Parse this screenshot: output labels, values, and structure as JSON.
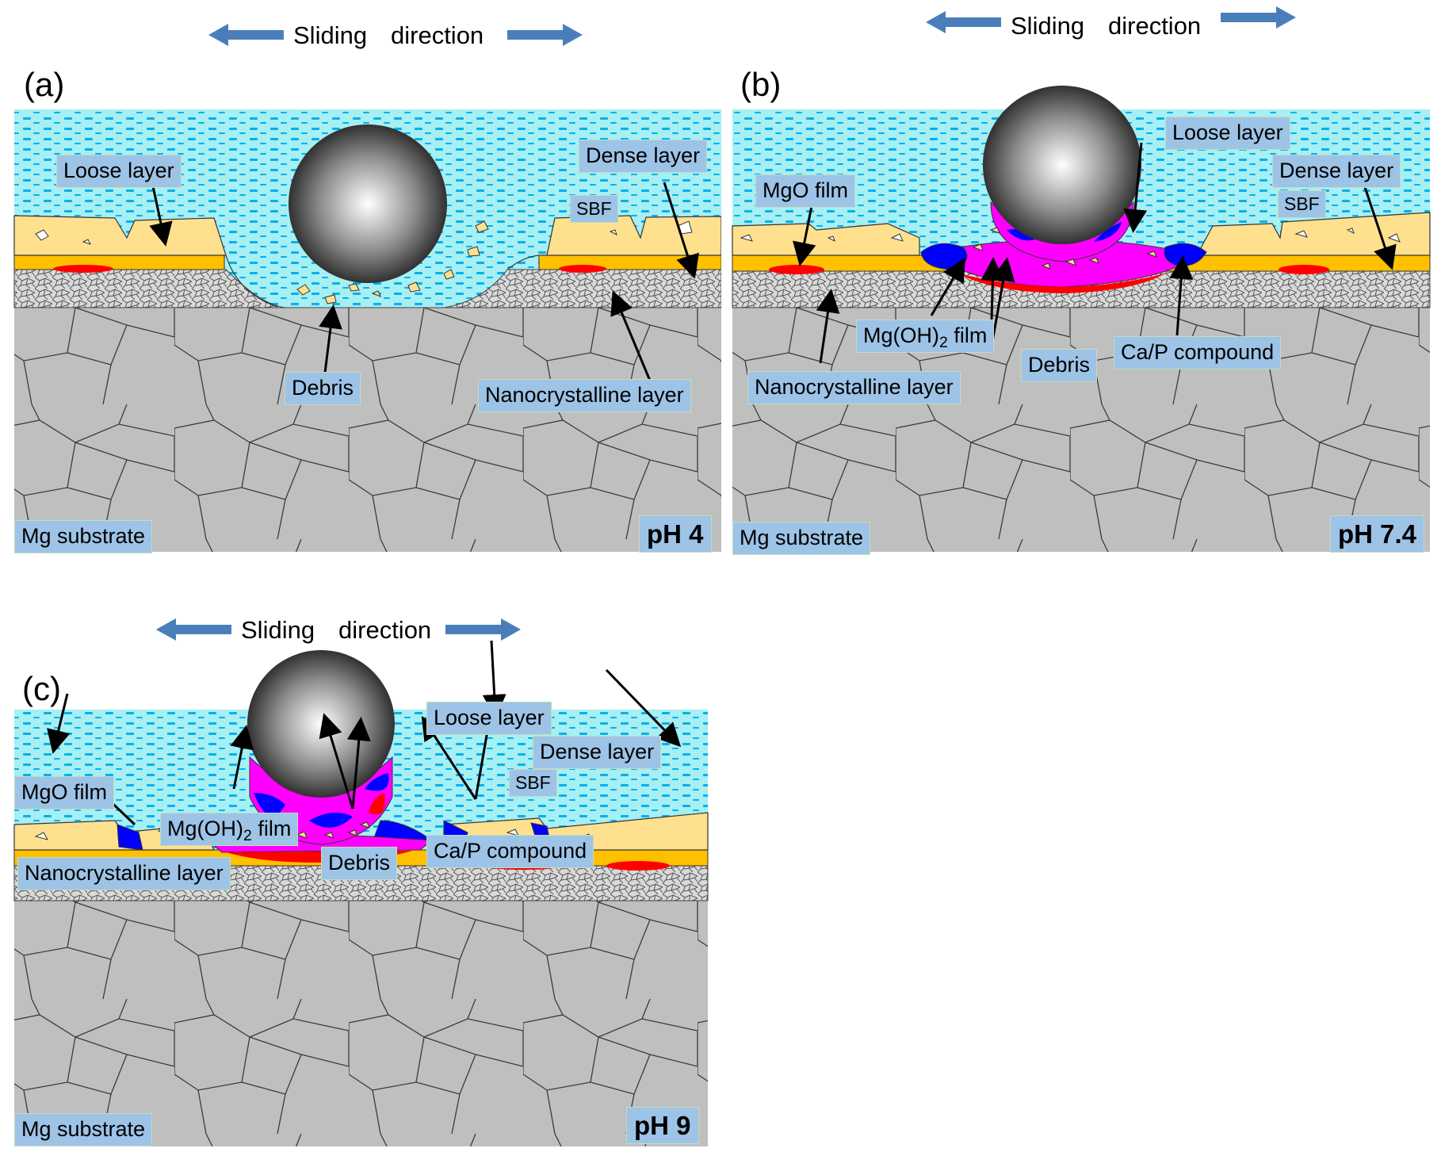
{
  "labels": {
    "sliding": "Sliding",
    "direction": "direction",
    "loose_layer": "Loose layer",
    "dense_layer": "Dense layer",
    "sbf": "SBF",
    "debris": "Debris",
    "nanocrystalline_layer": "Nanocrystalline layer",
    "mg_substrate": "Mg substrate",
    "mgo_film": "MgO film",
    "mgoh_prefix": "Mg(OH)",
    "mgoh_sub": "2",
    "mgoh_suffix": " film",
    "cap_compound": "Ca/P compound"
  },
  "panels": [
    {
      "id": "a",
      "letter": "(a)",
      "ph": "pH 4"
    },
    {
      "id": "b",
      "letter": "(b)",
      "ph": "pH 7.4"
    },
    {
      "id": "c",
      "letter": "(c)",
      "ph": "pH 9"
    }
  ],
  "colors": {
    "solution": "#a6eff3",
    "solution_dash": "#00b0f0",
    "loose_layer": "#ffe08f",
    "dense_layer": "#ffc000",
    "mgo_film": "#ff0000",
    "mgoh_film": "#ff00ff",
    "cap_compound": "#0000ff",
    "nanocrystalline": "#d9d9d9",
    "substrate": "#bfbfbf",
    "label_box": "#9dc3e6",
    "arrow": "#4a7ebb"
  }
}
